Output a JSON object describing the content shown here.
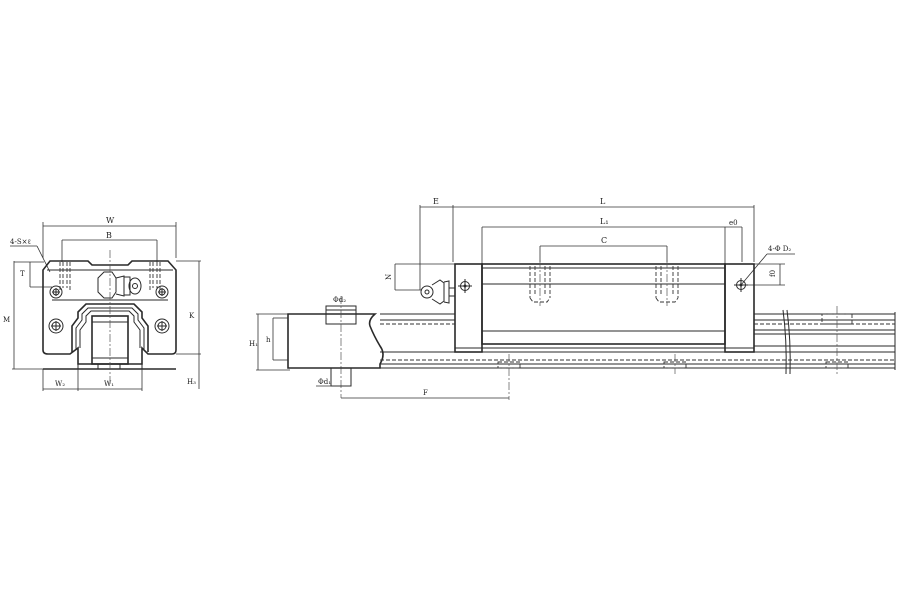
{
  "drawing": {
    "title": "Linear guide rail and carriage block — dimension drawing",
    "colors": {
      "line": "#2a2a2a",
      "background": "#ffffff"
    },
    "front_view": {
      "labels": {
        "W": "W",
        "B": "B",
        "S": "4-S×ℓ",
        "T": "T",
        "M": "M",
        "K": "K",
        "W2": "W₂",
        "W1": "W₁",
        "H3": "H₃"
      }
    },
    "side_view": {
      "labels": {
        "E": "E",
        "L": "L",
        "L1": "L₁",
        "C": "C",
        "e0": "e0",
        "D2hole": "4-Φ D₂",
        "f0": "f0",
        "N": "N",
        "d2": "Φd₂",
        "d1": "Φd₁",
        "H1": "H₁",
        "h": "h",
        "F": "F"
      }
    }
  }
}
